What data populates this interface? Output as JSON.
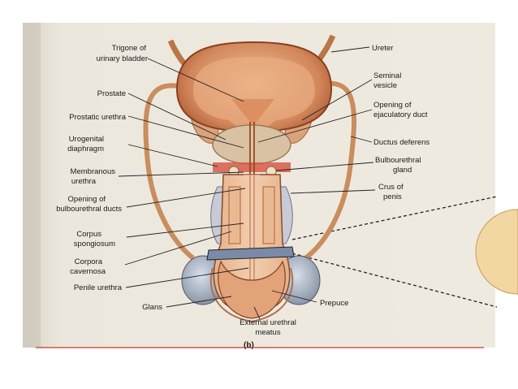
{
  "figure": {
    "panel_label": "(b)",
    "labels_left": [
      "Trigone of urinary bladder",
      "Prostate",
      "Prostatic urethra",
      "Urogenital diaphragm",
      "Membranous urethra",
      "Opening of bulbourethral ducts",
      "Corpus spongiosum",
      "Corpora cavernosa",
      "Penile urethra",
      "Glans"
    ],
    "labels_right": [
      "Ureter",
      "Seminal vesicle",
      "Opening of ejaculatory duct",
      "Ductus deferens",
      "Bulbourethral gland",
      "Crus of penis",
      "Prepuce"
    ],
    "labels_bottom": [
      "External urethral meatus"
    ]
  },
  "colors": {
    "accent_line": "#c0392b",
    "tissue": "#d9935f",
    "tissue_dark": "#b5602c",
    "erectile": "#e9b992",
    "background": "#ffffff",
    "paper": "#e8e2d6"
  }
}
